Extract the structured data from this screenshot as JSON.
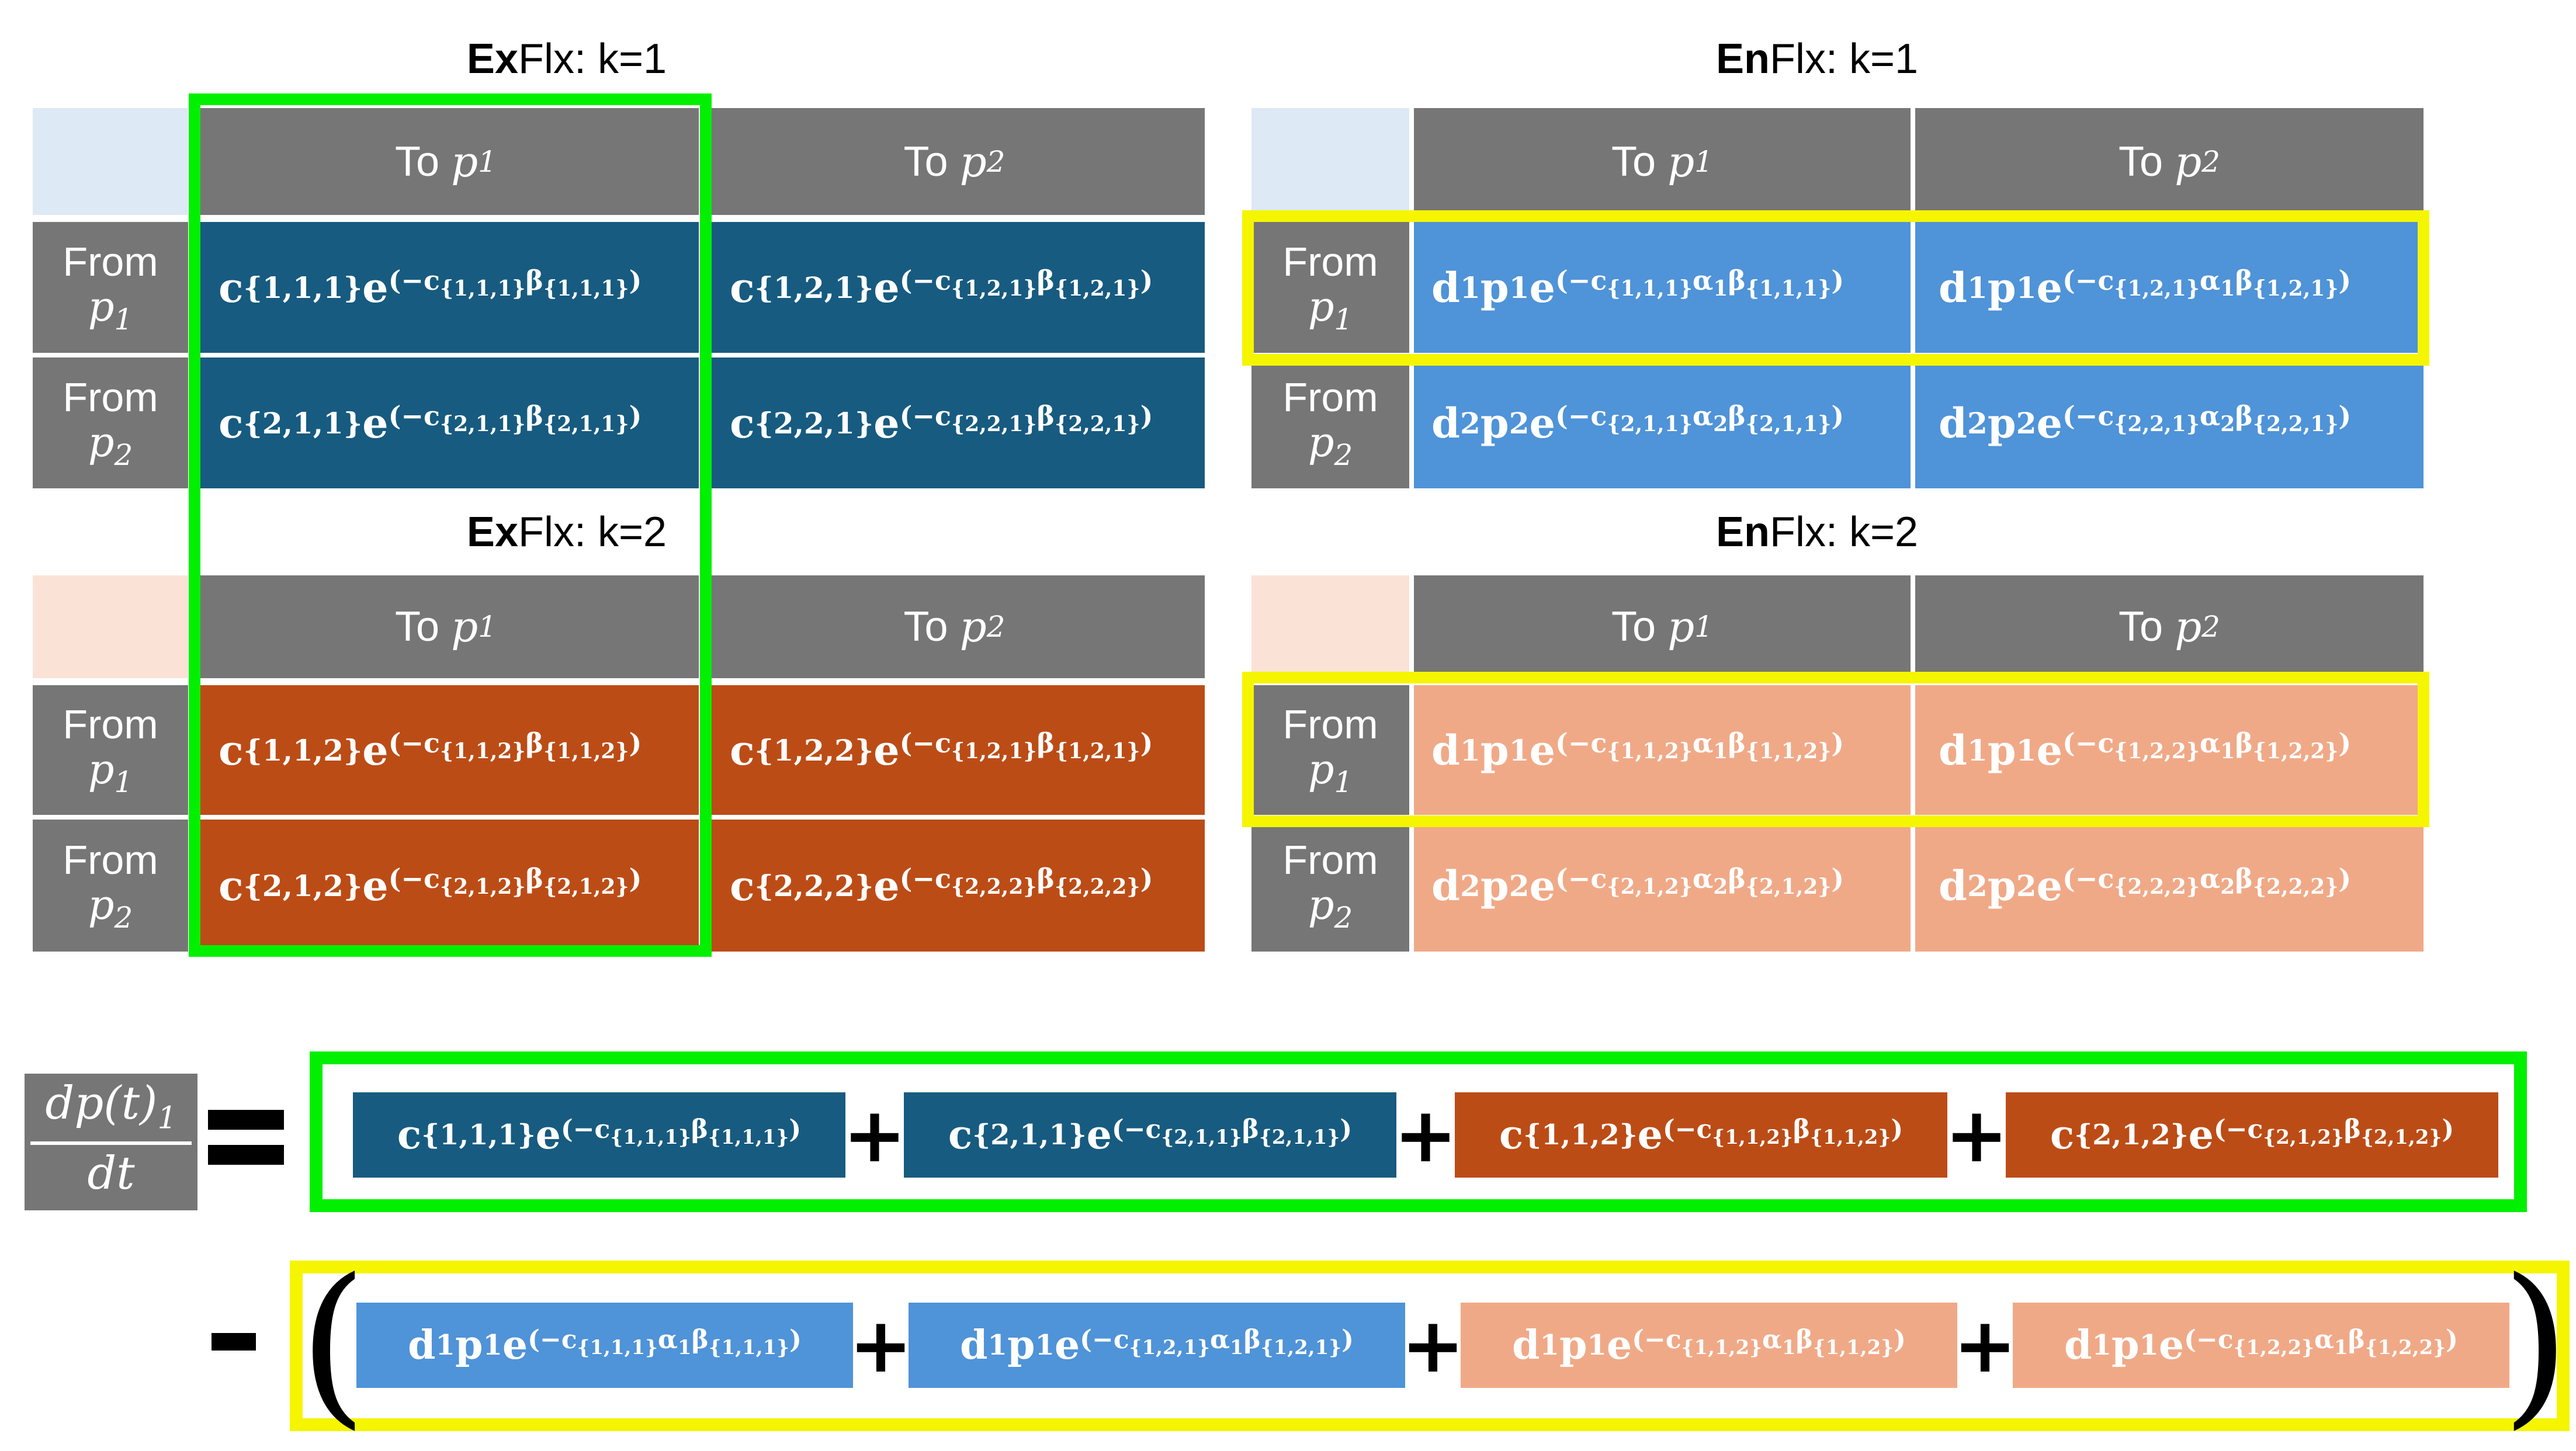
{
  "colors": {
    "header_gray": "#767676",
    "dark_blue": "#175b80",
    "light_blue": "#4f93d8",
    "dark_orange": "#bc4c16",
    "light_orange": "#f0a987",
    "green": "#00f000",
    "yellow": "#f5f500",
    "pale_blue": "#dde9f5",
    "pale_orange": "#fbe2d6"
  },
  "tables": {
    "exk1": {
      "title_bold": "Ex",
      "title_rest": "Flx: k=1",
      "col1": "To ",
      "col2": "To ",
      "from1": "From",
      "from2": "From",
      "c11": "c",
      "c12": "c",
      "c21": "c",
      "c22": "c"
    },
    "enk1": {
      "title_bold": "En",
      "title_rest": "Flx: k=1"
    },
    "exk2": {
      "title_bold": "Ex",
      "title_rest": "Flx: k=2"
    },
    "enk2": {
      "title_bold": "En",
      "title_rest": "Flx: k=2"
    }
  },
  "labels": {
    "to": "To",
    "from": "From",
    "p": "p",
    "sub1": "1",
    "sub2": "2"
  },
  "equation": {
    "numerator": "dp(t)",
    "numerator_sub": "1",
    "denominator": "dt",
    "equals": "=",
    "minus": "-",
    "plus": "+",
    "open_paren": "(",
    "close_paren": ")"
  }
}
